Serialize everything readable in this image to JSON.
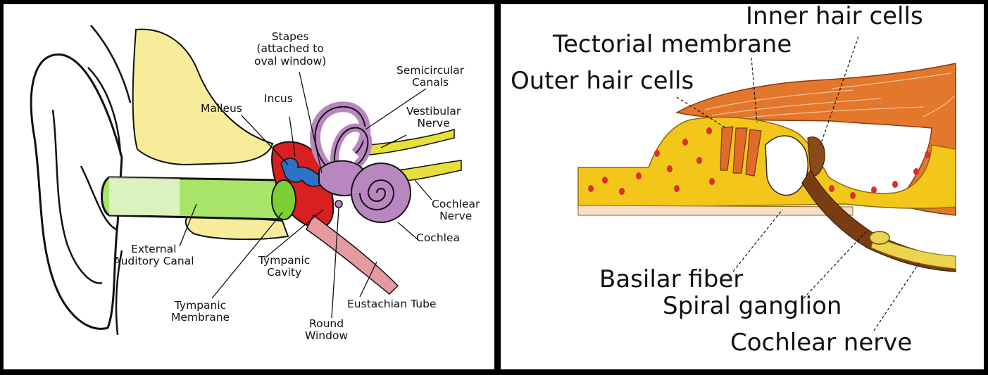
{
  "colors": {
    "background": "#000000",
    "panel": "#ffffff",
    "outer_ear": "#ffffff",
    "bone": "#f7ec9a",
    "canal": "#a9e46a",
    "eardrum": "#7ccf33",
    "middle_ear": "#d91f1f",
    "ossicles": "#2b73c6",
    "inner_ear": "#b987bf",
    "nerve": "#e7df3a",
    "eustachian": "#e59aa2",
    "tectorial": "#e3772c",
    "tissue": "#f2c719",
    "cell_nucleus": "#d8302a",
    "hair_cell": "#e26a2a",
    "ganglion": "#7a3d12",
    "nerve_fiber": "#ecd44e"
  },
  "ear_anatomy": {
    "labels": {
      "stapes": "Stapes\n(attached to\noval window)",
      "semicircular_canals": "Semicircular\nCanals",
      "incus": "Incus",
      "malleus": "Malleus",
      "vestibular_nerve": "Vestibular\nNerve",
      "cochlear_nerve": "Cochlear\nNerve",
      "cochlea": "Cochlea",
      "external_auditory_canal": "External\nAuditory Canal",
      "tympanic_cavity": "Tympanic\nCavity",
      "tympanic_membrane": "Tympanic\nMembrane",
      "eustachian_tube": "Eustachian Tube",
      "round_window": "Round\nWindow"
    }
  },
  "organ_of_corti": {
    "labels": {
      "inner_hair_cells": "Inner hair cells",
      "tectorial_membrane": "Tectorial membrane",
      "outer_hair_cells": "Outer hair cells",
      "basilar_fiber": "Basilar fiber",
      "spiral_ganglion": "Spiral ganglion",
      "cochlear_nerve": "Cochlear nerve"
    }
  }
}
